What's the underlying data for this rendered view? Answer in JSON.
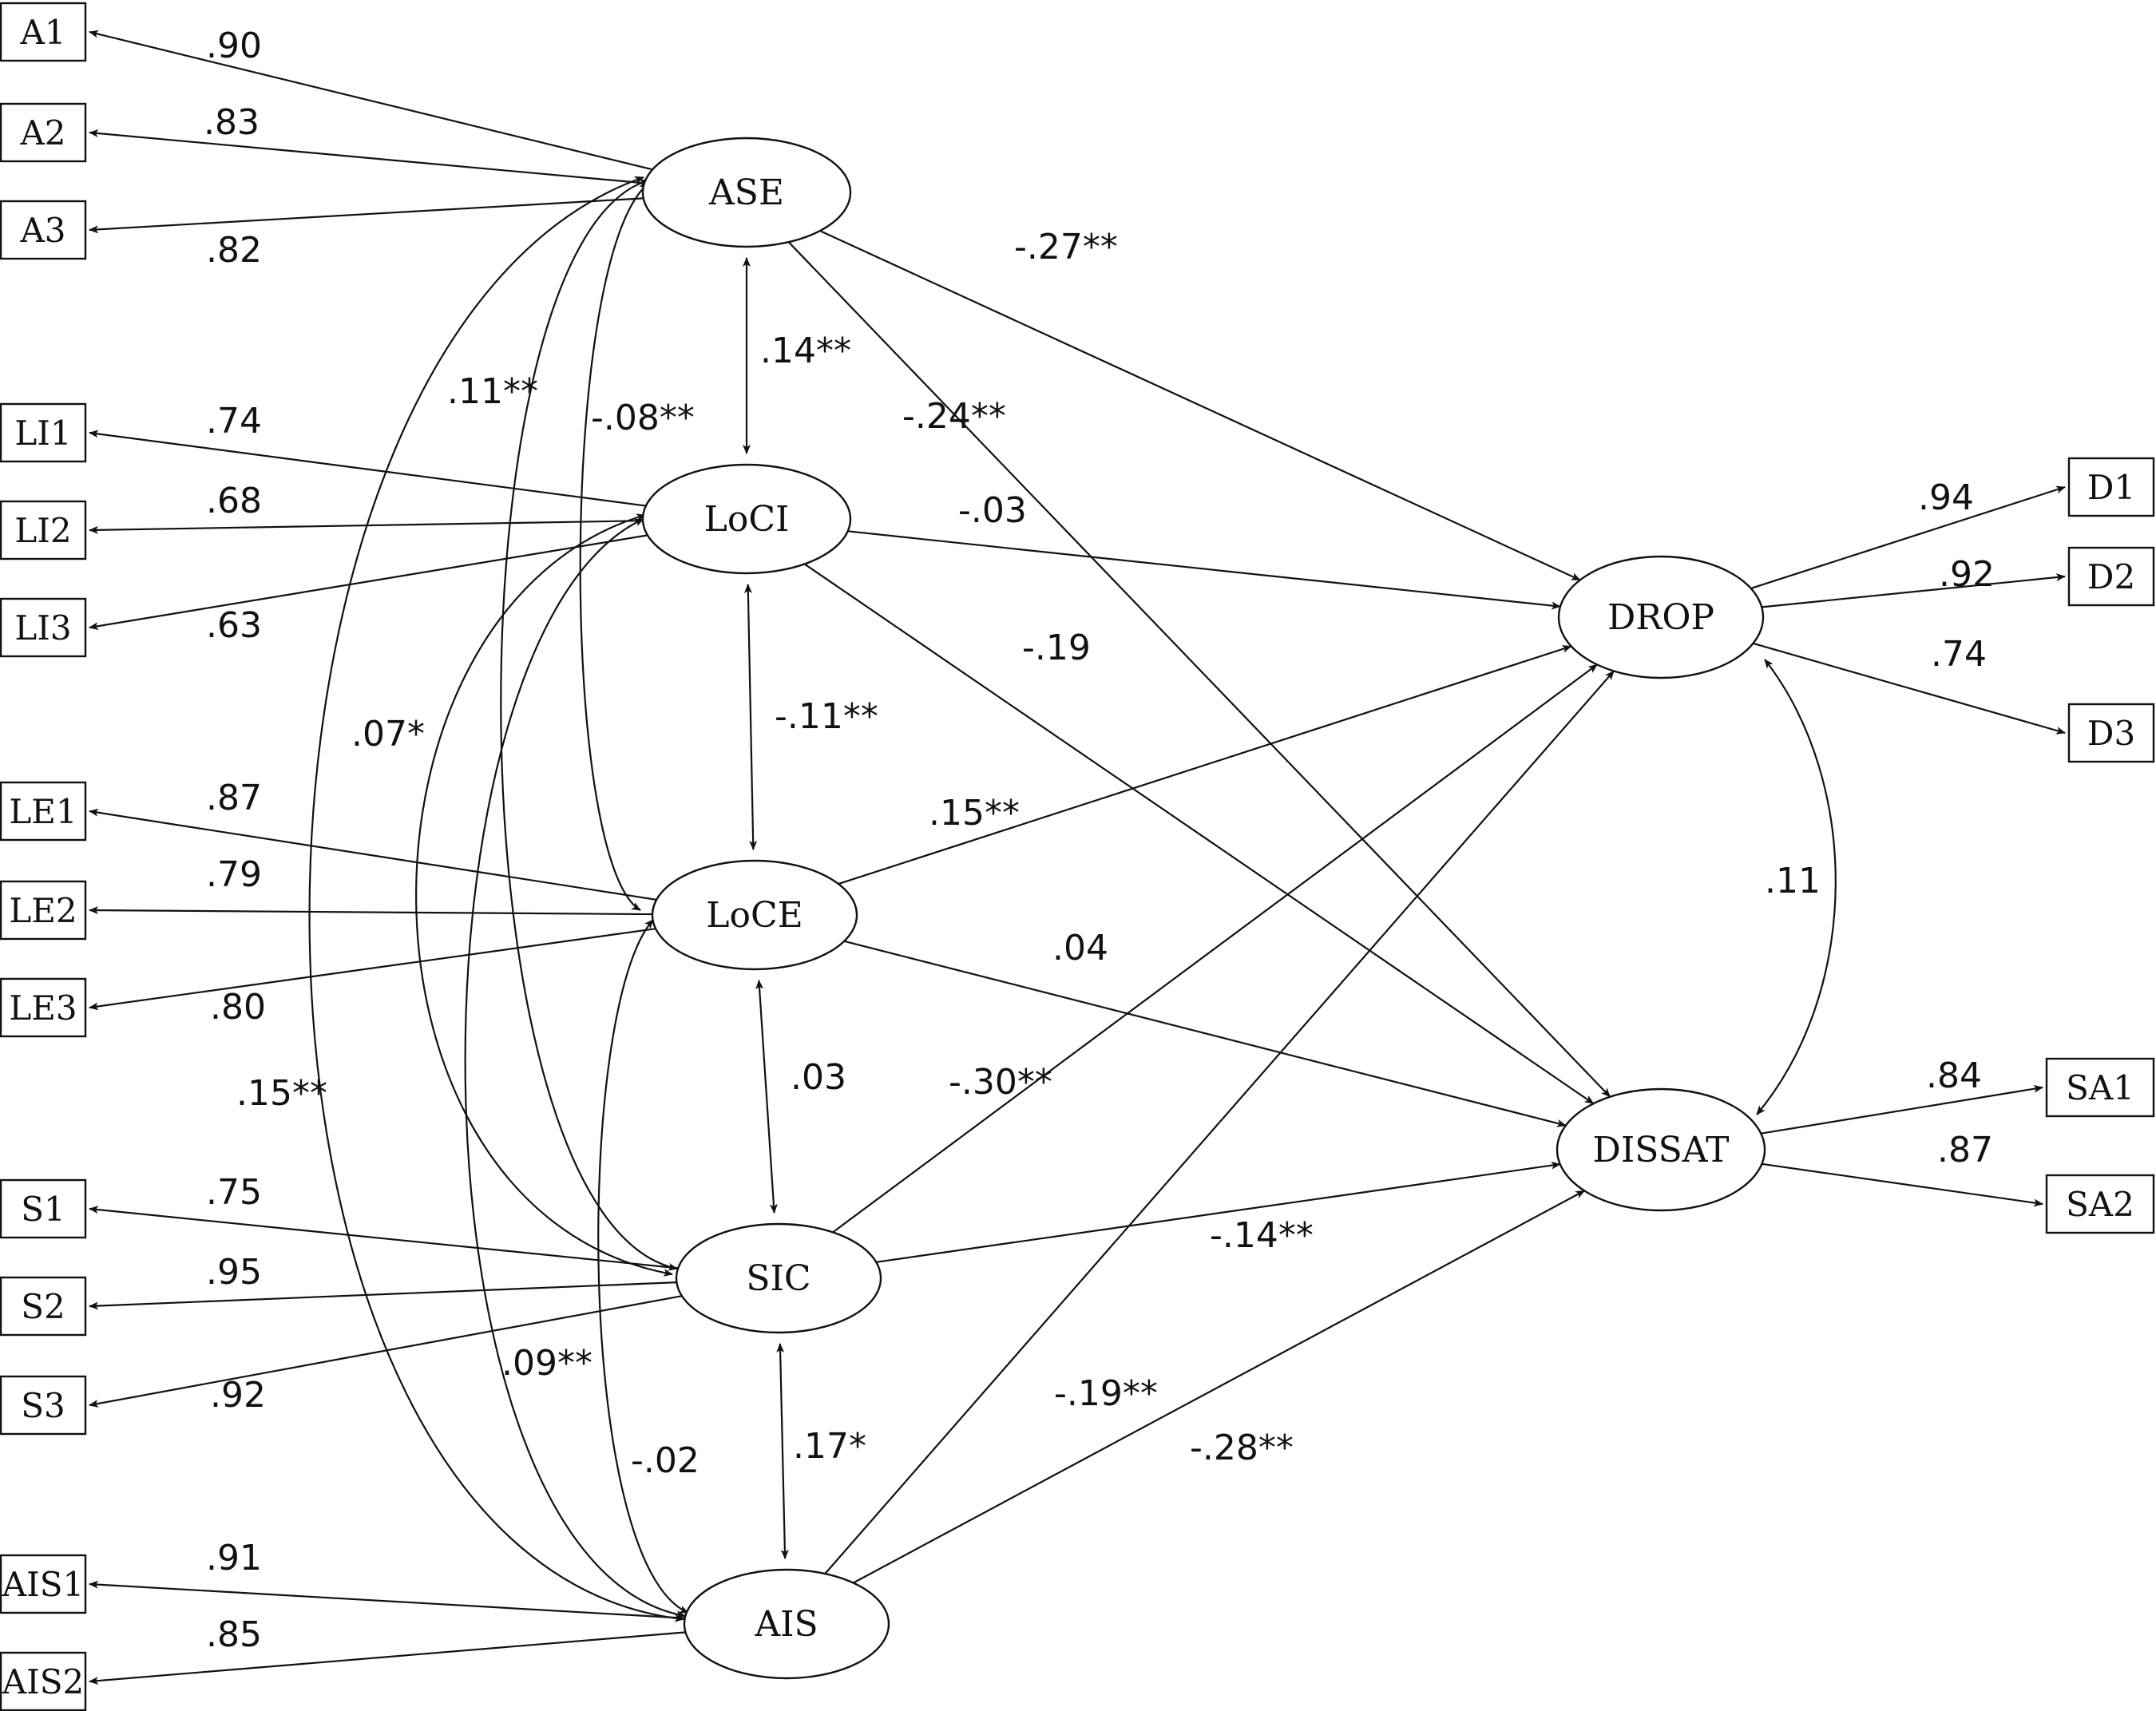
{
  "latent": [
    {
      "id": "ASE",
      "label": "ASE"
    },
    {
      "id": "LoCI",
      "label": "LoCI"
    },
    {
      "id": "LoCE",
      "label": "LoCE"
    },
    {
      "id": "SIC",
      "label": "SIC"
    },
    {
      "id": "AIS",
      "label": "AIS"
    },
    {
      "id": "DROP",
      "label": "DROP"
    },
    {
      "id": "DISSAT",
      "label": "DISSAT"
    }
  ],
  "indicators": [
    {
      "id": "A1",
      "label": "A1",
      "factor": "ASE",
      "loading": ".90"
    },
    {
      "id": "A2",
      "label": "A2",
      "factor": "ASE",
      "loading": ".83"
    },
    {
      "id": "A3",
      "label": "A3",
      "factor": "ASE",
      "loading": ".82"
    },
    {
      "id": "LI1",
      "label": "LI1",
      "factor": "LoCI",
      "loading": ".74"
    },
    {
      "id": "LI2",
      "label": "LI2",
      "factor": "LoCI",
      "loading": ".68"
    },
    {
      "id": "LI3",
      "label": "LI3",
      "factor": "LoCI",
      "loading": ".63"
    },
    {
      "id": "LE1",
      "label": "LE1",
      "factor": "LoCE",
      "loading": ".87"
    },
    {
      "id": "LE2",
      "label": "LE2",
      "factor": "LoCE",
      "loading": ".79"
    },
    {
      "id": "LE3",
      "label": "LE3",
      "factor": "LoCE",
      "loading": ".80"
    },
    {
      "id": "S1",
      "label": "S1",
      "factor": "SIC",
      "loading": ".75"
    },
    {
      "id": "S2",
      "label": "S2",
      "factor": "SIC",
      "loading": ".95"
    },
    {
      "id": "S3",
      "label": "S3",
      "factor": "SIC",
      "loading": ".92"
    },
    {
      "id": "AIS1",
      "label": "AIS1",
      "factor": "AIS",
      "loading": ".91"
    },
    {
      "id": "AIS2",
      "label": "AIS2",
      "factor": "AIS",
      "loading": ".85"
    },
    {
      "id": "D1",
      "label": "D1",
      "factor": "DROP",
      "loading": ".94"
    },
    {
      "id": "D2",
      "label": "D2",
      "factor": "DROP",
      "loading": ".92"
    },
    {
      "id": "D3",
      "label": "D3",
      "factor": "DROP",
      "loading": ".74"
    },
    {
      "id": "SA1",
      "label": "SA1",
      "factor": "DISSAT",
      "loading": ".84"
    },
    {
      "id": "SA2",
      "label": "SA2",
      "factor": "DISSAT",
      "loading": ".87"
    }
  ],
  "paths": [
    {
      "from": "ASE",
      "to": "DROP",
      "coef": "-.27**"
    },
    {
      "from": "ASE",
      "to": "DISSAT",
      "coef": "-.24**"
    },
    {
      "from": "LoCI",
      "to": "DROP",
      "coef": "-.03"
    },
    {
      "from": "LoCI",
      "to": "DISSAT",
      "coef": "-.19"
    },
    {
      "from": "LoCE",
      "to": "DROP",
      "coef": ".15**"
    },
    {
      "from": "LoCE",
      "to": "DISSAT",
      "coef": ".04"
    },
    {
      "from": "SIC",
      "to": "DROP",
      "coef": "-.30**"
    },
    {
      "from": "SIC",
      "to": "DISSAT",
      "coef": "-.14**"
    },
    {
      "from": "AIS",
      "to": "DROP",
      "coef": "-.19**"
    },
    {
      "from": "AIS",
      "to": "DISSAT",
      "coef": "-.28**"
    }
  ],
  "correlations": [
    {
      "a": "ASE",
      "b": "LoCI",
      "coef": ".14**"
    },
    {
      "a": "LoCI",
      "b": "LoCE",
      "coef": "-.11**"
    },
    {
      "a": "LoCE",
      "b": "SIC",
      "coef": ".03"
    },
    {
      "a": "SIC",
      "b": "AIS",
      "coef": ".17*"
    },
    {
      "a": "ASE",
      "b": "SIC",
      "coef": ".11**"
    },
    {
      "a": "ASE",
      "b": "LoCE",
      "coef": "-.08**"
    },
    {
      "a": "LoCI",
      "b": "SIC",
      "coef": ".07*"
    },
    {
      "a": "ASE",
      "b": "AIS",
      "coef": ".15**"
    },
    {
      "a": "LoCI",
      "b": "AIS",
      "coef": ".09**"
    },
    {
      "a": "LoCE",
      "b": "AIS",
      "coef": "-.02"
    },
    {
      "a": "DROP",
      "b": "DISSAT",
      "coef": ".11"
    }
  ]
}
